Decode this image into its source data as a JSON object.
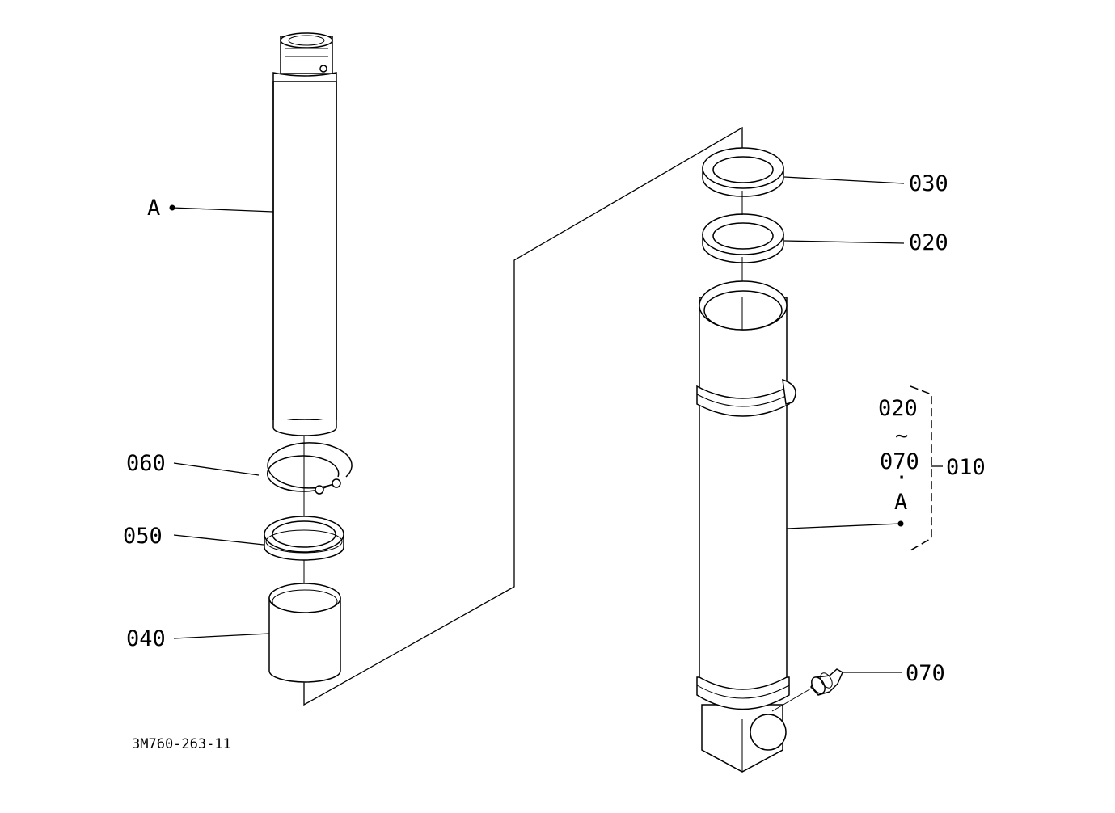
{
  "drawing_number": "3M760-263-11",
  "callouts": {
    "a_left": "A",
    "p060": "060",
    "p050": "050",
    "p040": "040",
    "p030": "030",
    "p020": "020",
    "p070": "070",
    "range_start": "020",
    "range_tilde": "~",
    "range_end": "070",
    "range_dot": "·",
    "a_right": "A",
    "assembly": "010"
  }
}
